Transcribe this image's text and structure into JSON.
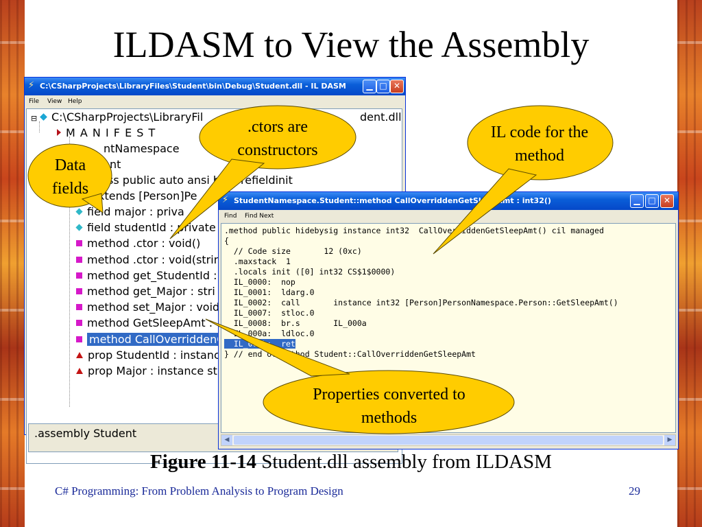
{
  "slide": {
    "title": "ILDASM to View the Assembly",
    "caption_bold": "Figure 11-14",
    "caption_rest": " Student.dll assembly from ILDASM",
    "footer": "C# Programming: From Problem Analysis to Program Design",
    "page_number": "29"
  },
  "ildasm_window": {
    "title": "C:\\CSharpProjects\\LibraryFiles\\Student\\bin\\Debug\\Student.dll - IL DASM",
    "menu": [
      "File",
      "View",
      "Help"
    ],
    "tree": {
      "root": "C:\\CSharpProjects\\LibraryFil",
      "root_tail": "dent.dll",
      "manifest": "M A N I F E S T",
      "namespace": "ntNamespace",
      "class": "nt",
      "class_decl": "ss public auto ansi be",
      "class_decl_tail": "refieldinit",
      "extends": "xtends [Person]Pe",
      "items": [
        {
          "icon": "field",
          "label": "field major : priva"
        },
        {
          "icon": "field",
          "label": "field studentId : private"
        },
        {
          "icon": "method",
          "label": "method .ctor : void()"
        },
        {
          "icon": "method",
          "label": "method .ctor : void(strin"
        },
        {
          "icon": "method",
          "label": "method get_StudentId :"
        },
        {
          "icon": "method",
          "label": "method get_Major : stri"
        },
        {
          "icon": "method",
          "label": "method set_Major : void"
        },
        {
          "icon": "method",
          "label": "method GetSleepAmt :"
        },
        {
          "icon": "method",
          "label": "method CallOverriddenC",
          "selected": true
        },
        {
          "icon": "prop",
          "label": "prop StudentId : instanc"
        },
        {
          "icon": "prop",
          "label": "prop Major : instance st"
        }
      ]
    },
    "assembly_label": ".assembly Student"
  },
  "code_window": {
    "title": "StudentNamespace.Student::method CallOverriddenGetSleepAmt : int32()",
    "menu": [
      "Find",
      "Find Next"
    ],
    "lines": [
      ".method public hidebysig instance int32  CallOverriddenGetSleepAmt() cil managed",
      "{",
      "  // Code size       12 (0xc)",
      "  .maxstack  1",
      "  .locals init ([0] int32 CS$1$0000)",
      "  IL_0000:  nop",
      "  IL_0001:  ldarg.0",
      "  IL_0002:  call       instance int32 [Person]PersonNamespace.Person::GetSleepAmt()",
      "  IL_0007:  stloc.0",
      "  IL_0008:  br.s       IL_000a",
      "  IL_000a:  ldloc.0",
      "  IL_000b:  ret",
      "} // end of method Student::CallOverriddenGetSleepAmt"
    ]
  },
  "callouts": {
    "ctors": ".ctors are constructors",
    "data_fields": "Data fields",
    "il_code": "IL code for the method",
    "properties": "Properties converted to methods"
  },
  "colors": {
    "callout_fill": "#ffcc00",
    "selection": "#316ac5",
    "footer_text": "#1a2a99"
  }
}
